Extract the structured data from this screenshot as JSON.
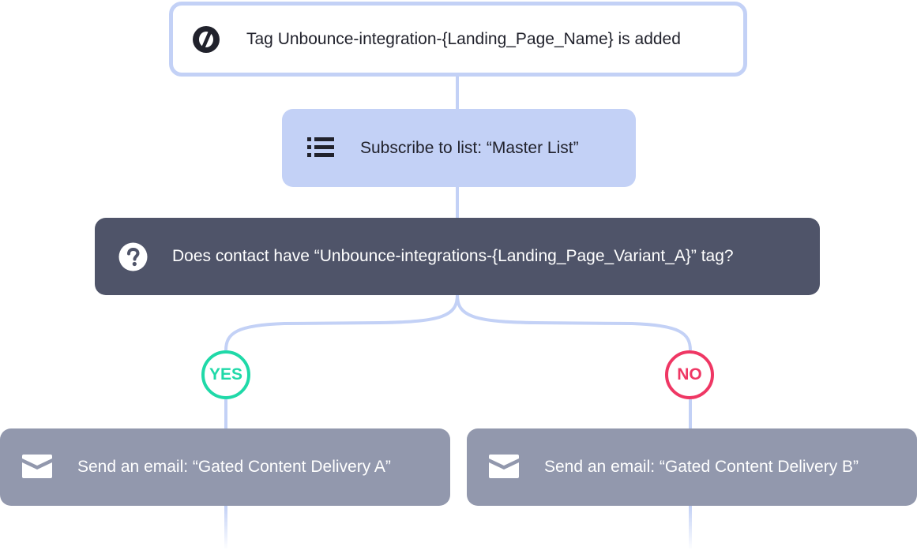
{
  "colors": {
    "connector": "#c3d1f6",
    "trigger_border": "#c3d1f6",
    "subscribe_bg": "#c3d1f6",
    "condition_bg": "#4f5469",
    "email_bg": "#9298ad",
    "yes": "#1fd9a8",
    "no": "#ef3764"
  },
  "trigger": {
    "icon": "unbounce-logo-icon",
    "label": "Tag Unbounce-integration-{Landing_Page_Name} is added"
  },
  "subscribe": {
    "icon": "list-icon",
    "label": "Subscribe to list: “Master List”"
  },
  "condition": {
    "icon": "question-circle-icon",
    "label": "Does contact have “Unbounce-integrations-{Landing_Page_Variant_A}” tag?"
  },
  "branches": {
    "yes": {
      "badge": "YES",
      "action": {
        "icon": "envelope-icon",
        "label": "Send an email: “Gated Content Delivery A”"
      }
    },
    "no": {
      "badge": "NO",
      "action": {
        "icon": "envelope-icon",
        "label": "Send an email: “Gated Content Delivery B”"
      }
    }
  }
}
